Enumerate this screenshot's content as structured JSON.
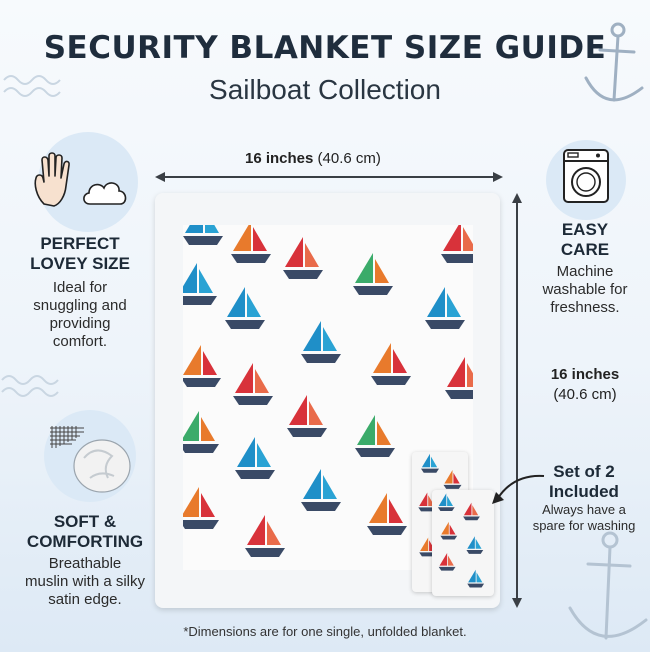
{
  "header": {
    "title": "SECURITY BLANKET SIZE GUIDE",
    "subtitle": "Sailboat Collection"
  },
  "dimensions": {
    "width_bold": "16 inches",
    "width_metric": "(40.6 cm)",
    "height_bold": "16 inches",
    "height_metric": "(40.6 cm)"
  },
  "features": {
    "lovey": {
      "heading_line1": "PERFECT",
      "heading_line2": "LOVEY SIZE",
      "text_line1": "Ideal for",
      "text_line2": "snuggling and",
      "text_line3": "providing",
      "text_line4": "comfort."
    },
    "soft": {
      "heading_line1": "SOFT &",
      "heading_line2": "COMFORTING",
      "text_line1": "Breathable",
      "text_line2": "muslin with a silky",
      "text_line3": "satin edge."
    },
    "care": {
      "heading_line1": "EASY",
      "heading_line2": "CARE",
      "text_line1": "Machine",
      "text_line2": "washable for",
      "text_line3": "freshness."
    },
    "set": {
      "heading_line1": "Set of 2",
      "heading_line2": "Included",
      "text_line1": "Always have a",
      "text_line2": "spare for washing"
    }
  },
  "footnote": "*Dimensions are for one single, unfolded blanket.",
  "icons": {
    "hand": "hand-icon",
    "cloud": "cloud-icon",
    "fabric": "fabric-swatch-icon",
    "washer": "washing-machine-icon",
    "anchor": "anchor-icon",
    "waves": "waves-icon",
    "sailboat": "sailboat-icon"
  },
  "colors": {
    "accent_circle": "#dbe9f6",
    "text_dark": "#1f2d3d",
    "sail_red": "#d8323a",
    "sail_blue": "#1f8fc8",
    "sail_orange": "#e87a2c",
    "hull_navy": "#3a4a66"
  }
}
